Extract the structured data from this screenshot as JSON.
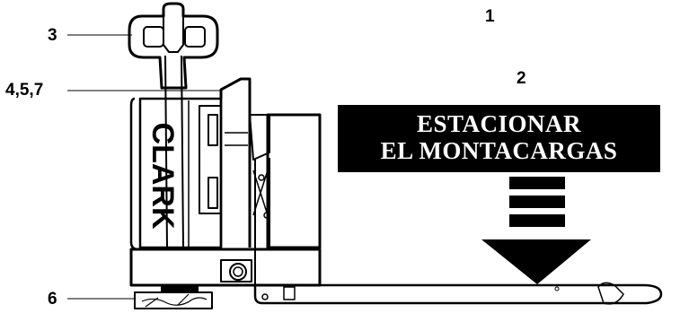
{
  "labels": {
    "n1": "1",
    "n2": "2",
    "n3": "3",
    "n457": "4,5,7",
    "n6": "6"
  },
  "sign": {
    "line1": "ESTACIONAR",
    "line2": "EL MONTACARGAS"
  },
  "brand_text": "CLARK",
  "colors": {
    "ink": "#000000",
    "paper": "#ffffff",
    "sign_bg": "#000000",
    "sign_text": "#ffffff"
  }
}
